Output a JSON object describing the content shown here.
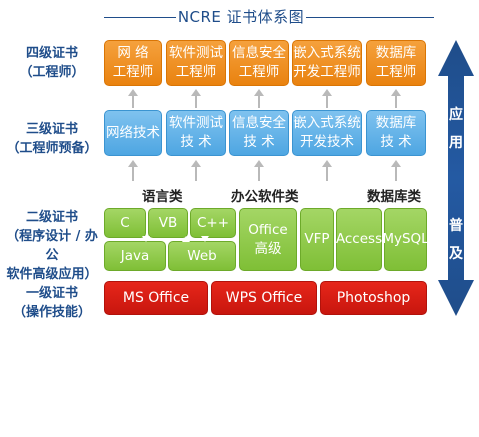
{
  "title": "NCRE 证书体系图",
  "levels": {
    "l4": {
      "line1": "四级证书",
      "line2": "（工程师）"
    },
    "l3": {
      "line1": "三级证书",
      "line2": "（工程师预备）"
    },
    "l2": {
      "line1": "二级证书",
      "line2": "（程序设计 / 办公",
      "line3": "软件高级应用）"
    },
    "l1": {
      "line1": "一级证书",
      "line2": "（操作技能）"
    }
  },
  "level4_boxes": [
    "网 络\n工程师",
    "软件测试\n工程师",
    "信息安全\n工程师",
    "嵌入式系统\n开发工程师",
    "数据库\n工程师"
  ],
  "level3_boxes": [
    "网络技术",
    "软件测试\n技  术",
    "信息安全\n技  术",
    "嵌入式系统\n开发技术",
    "数据库\n技  术"
  ],
  "categories": {
    "language": "语言类",
    "office": "办公软件类",
    "database": "数据库类"
  },
  "level2": {
    "c": "C",
    "vb": "VB",
    "cpp": "C++",
    "java": "Java",
    "web": "Web",
    "office": "Office\n高级",
    "vfp": "VFP",
    "access": "Access",
    "mysql": "MySQL"
  },
  "level1": [
    "MS Office",
    "WPS Office",
    "Photoshop"
  ],
  "side": {
    "top1": "应",
    "top2": "用",
    "bottom1": "普",
    "bottom2": "及"
  },
  "colors": {
    "orange": "#ee8a1e",
    "blue": "#5aaee6",
    "green": "#8cc63f",
    "red": "#d81e12",
    "navy": "#1f4d8a"
  }
}
